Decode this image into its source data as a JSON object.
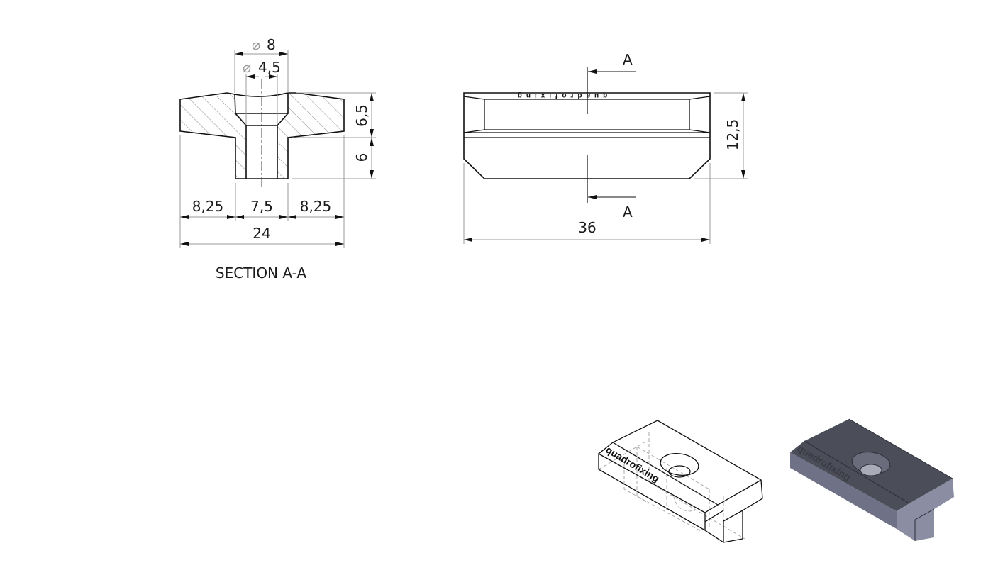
{
  "section_view": {
    "title": "SECTION A-A",
    "dims": {
      "outer_diameter": "8",
      "hole_diameter": "4,5",
      "diameter_symbol": "⌀",
      "flange_height": "6,5",
      "stem_height": "6",
      "left_width": "8,25",
      "stem_width": "7,5",
      "right_width": "8,25",
      "total_width": "24"
    }
  },
  "front_view": {
    "section_marker_top": "A",
    "section_marker_bottom": "A",
    "engraving": "quadrofixing",
    "dims": {
      "height": "12,5",
      "length": "36"
    }
  },
  "iso_views": {
    "wireframe_logo": "quadrofixing",
    "shaded_logo": "quadrofixing"
  },
  "colors": {
    "line": "#111111",
    "hatch": "#8a8a8a",
    "shaded_top": "#4b4d59",
    "shaded_side": "#6f7186",
    "shaded_end": "#8b8da3"
  }
}
